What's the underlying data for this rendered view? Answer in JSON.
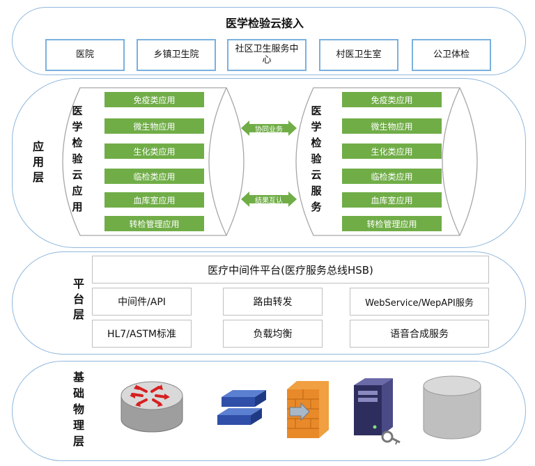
{
  "access": {
    "title": "医学检验云接入",
    "boxes": [
      "医院",
      "乡镇卫生院",
      "社区卫生服务中心",
      "村医卫生室",
      "公卫体检"
    ]
  },
  "app_layer": {
    "label": "应用层",
    "left_label": "医学检验云应用",
    "right_label": "医学检验云服务",
    "left_apps": [
      "免疫类应用",
      "微生物应用",
      "生化类应用",
      "临检类应用",
      "血库室应用",
      "转检管理应用"
    ],
    "right_apps": [
      "免疫类应用",
      "微生物应用",
      "生化类应用",
      "临检类应用",
      "血库室应用",
      "转检管理应用"
    ],
    "arrow_top": "协同业务",
    "arrow_bottom": "结果互认"
  },
  "platform": {
    "label": "平台层",
    "header": "医疗中间件平台(医疗服务总线HSB)",
    "cells": [
      "中间件/API",
      "路由转发",
      "WebService/WepAPI服务",
      "HL7/ASTM标准",
      "负载均衡",
      "语音合成服务"
    ]
  },
  "infra": {
    "label": "基础物理层",
    "icons": [
      "router-icon",
      "switch-icon",
      "firewall-icon",
      "server-icon",
      "database-icon"
    ]
  },
  "colors": {
    "layer_border": "#8fb7dc",
    "access_border": "#7ab0de",
    "green": "#70ad47",
    "arrow_blue": "#9dc3e6"
  }
}
